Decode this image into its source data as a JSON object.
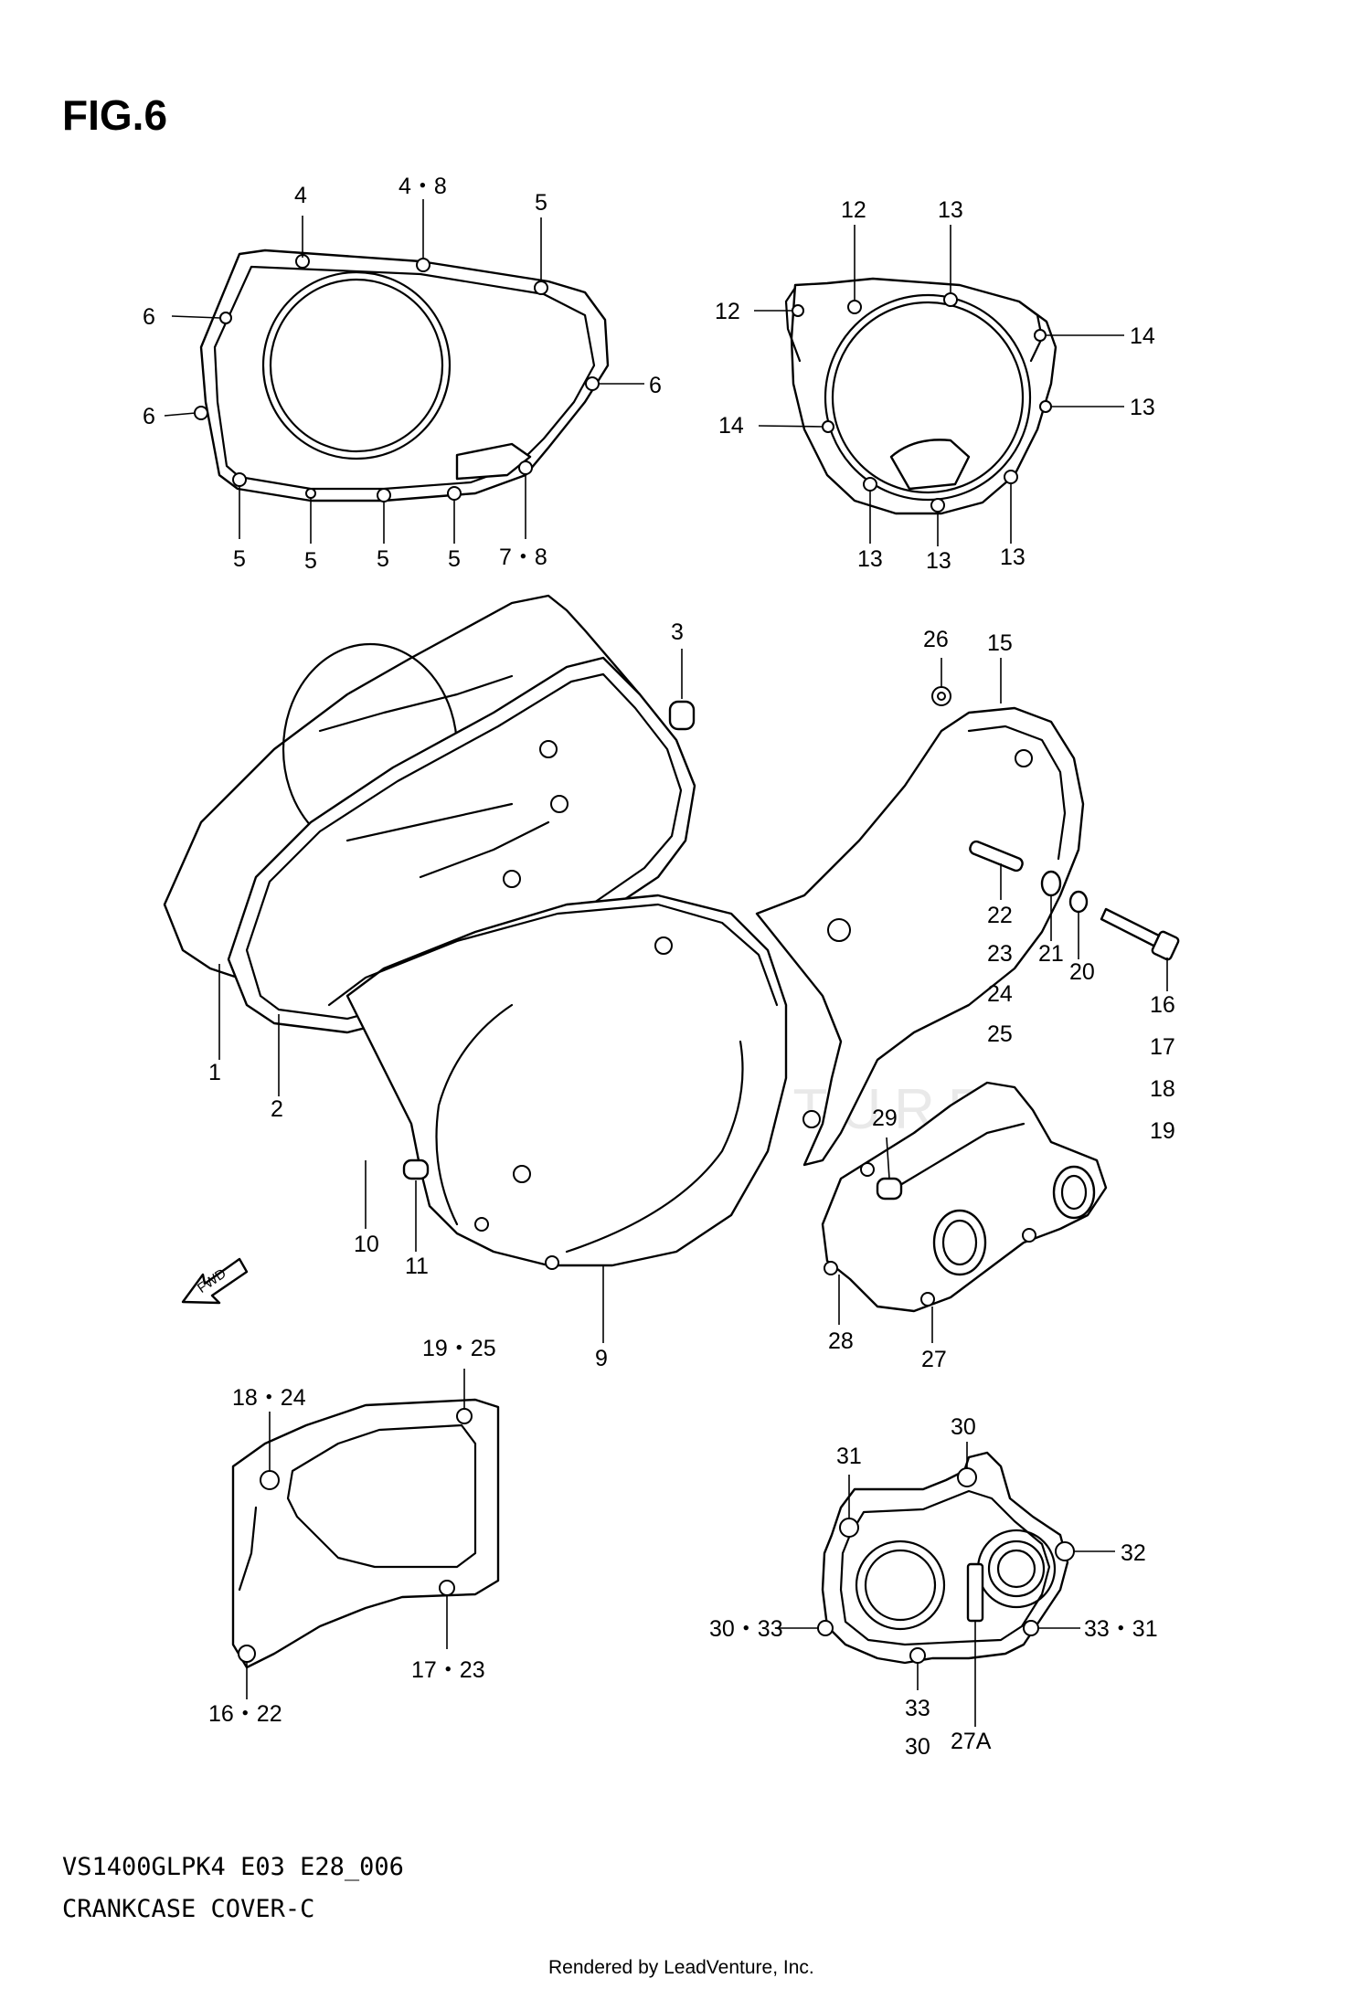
{
  "figure": {
    "title": "FIG.6",
    "model_code": "VS1400GLPK4 E03 E28_006",
    "diagram_title": "CRANKCASE COVER-C",
    "watermark": "LEADVENTURE",
    "credit": "Rendered by LeadVenture, Inc.",
    "fwd_arrow_label": "FWD"
  },
  "callouts": {
    "c_4": "4",
    "c_4_8": "4・8",
    "c_5_top": "5",
    "c_6_a": "6",
    "c_6_b": "6",
    "c_6_c": "6",
    "c_5_b1": "5",
    "c_5_b2": "5",
    "c_5_b3": "5",
    "c_5_b4": "5",
    "c_7_8": "7・8",
    "c_12_a": "12",
    "c_13_a": "13",
    "c_12_b": "12",
    "c_14_a": "14",
    "c_14_b": "14",
    "c_13_b": "13",
    "c_13_c": "13",
    "c_13_d": "13",
    "c_13_e": "13",
    "c_3": "3",
    "c_26": "26",
    "c_15": "15",
    "c_1": "1",
    "c_2": "2",
    "c_22": "22",
    "c_23": "23",
    "c_24": "24",
    "c_25": "25",
    "c_21": "21",
    "c_20": "20",
    "c_16": "16",
    "c_17": "17",
    "c_18": "18",
    "c_19": "19",
    "c_29": "29",
    "c_10": "10",
    "c_11": "11",
    "c_9": "9",
    "c_28": "28",
    "c_27": "27",
    "c_19_25": "19・25",
    "c_18_24": "18・24",
    "c_17_23": "17・23",
    "c_16_22": "16・22",
    "c_30_top": "30",
    "c_31": "31",
    "c_32": "32",
    "c_30_33": "30・33",
    "c_33_31": "33・31",
    "c_33": "33",
    "c_30_bot": "30",
    "c_27a": "27A"
  }
}
